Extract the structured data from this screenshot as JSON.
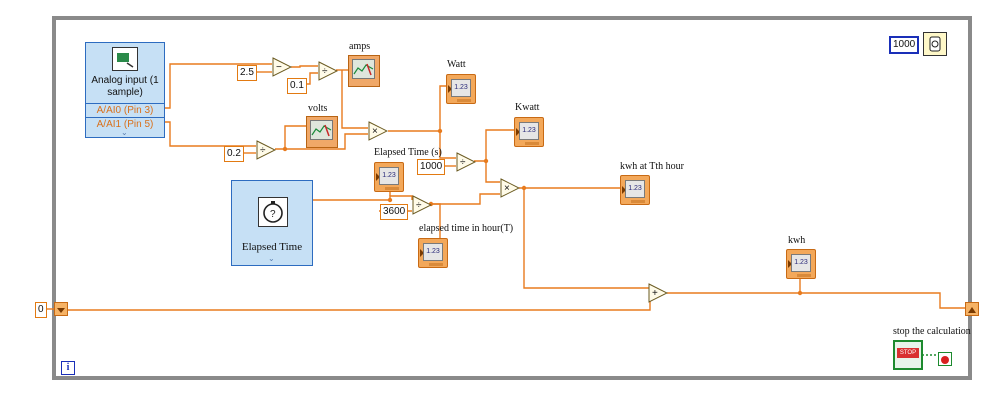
{
  "constants": {
    "c_2_5": "2.5",
    "c_0_1": "0.1",
    "c_0_2": "0.2",
    "c_1000_mid": "1000",
    "c_3600": "3600",
    "c_1000_timer": "1000",
    "c_0_init": "0"
  },
  "express_vis": {
    "daq_title": "Analog input (1 sample)",
    "daq_ch0": "A/AI0 (Pin 3)",
    "daq_ch1": "A/AI1 (Pin 5)",
    "elapsed_title": "Elapsed Time"
  },
  "labels": {
    "amps": "amps",
    "volts": "volts",
    "watt": "Watt",
    "kwatt": "Kwatt",
    "elapsed_s": "Elapsed Time (s)",
    "elapsed_hour": "elapsed time in hour(T)",
    "kwh_tth": "kwh at Tth hour",
    "kwh": "kwh",
    "stop": "stop the calculation",
    "stop_button": "STOP",
    "numeric_glyph": "1.23",
    "info_glyph": "i"
  },
  "operators": {
    "subtract": "−",
    "divide": "÷",
    "multiply": "×",
    "add": "+"
  },
  "colors": {
    "wire": "#e87b1e",
    "loop_border": "#8a8a8a",
    "express_vi_fill": "#c6e0f5",
    "express_vi_border": "#2d6cc0",
    "timer_const_border": "#1a2fb8",
    "stop_terminal": "#1d8a2e"
  }
}
